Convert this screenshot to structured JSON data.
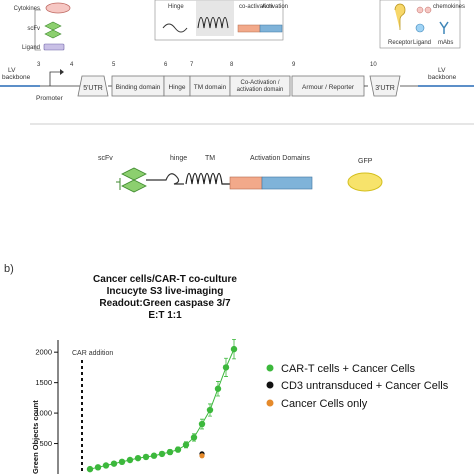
{
  "top_legend": {
    "cytokines": "Cytokines",
    "scfv": "scFv",
    "ligand": "Ligand",
    "hinge": "Hinge",
    "co_activation": "co-activation",
    "activation": "Activation",
    "chemokines": "chemokines",
    "receptor": "Receptor",
    "ligand2": "Ligand",
    "mabs": "mAbs"
  },
  "construct": {
    "lv_left": "LV\nbackbone",
    "lv_right": "LV\nbackbone",
    "promoter": "Promoter",
    "segments": [
      {
        "num": "3",
        "label": ""
      },
      {
        "num": "4",
        "label": "5'UTR"
      },
      {
        "num": "5",
        "label": "Binding domain"
      },
      {
        "num": "6",
        "label": "Hinge"
      },
      {
        "num": "7",
        "label": "TM domain"
      },
      {
        "num": "8",
        "label": "Co-Activation /\nactivation domain"
      },
      {
        "num": "9",
        "label": "Armour / Reporter"
      },
      {
        "num": "10",
        "label": "3'UTR"
      }
    ]
  },
  "car_diagram": {
    "scfv": "scFv",
    "hinge": "hinge",
    "tm": "TM",
    "activation": "Activation Domains",
    "gfp": "GFP"
  },
  "panel_b": {
    "panel_label": "b)",
    "title_lines": [
      "Cancer cells/CAR-T co-culture",
      "Incucyte S3 live-imaging",
      "Readout:Green caspase 3/7",
      "E:T 1:1"
    ],
    "car_addition": "CAR addition",
    "ylabel": "Green Objects count",
    "yticks": [
      "2000",
      "1500",
      "1000",
      "500"
    ]
  },
  "chart_data": {
    "type": "line",
    "ylabel": "Green Objects count",
    "ylim": [
      0,
      2200
    ],
    "yticks": [
      500,
      1000,
      1500,
      2000
    ],
    "legend_position": "right",
    "series": [
      {
        "name": "CAR-T cells + Cancer Cells",
        "color": "#3cb83c",
        "x": [
          1,
          2,
          3,
          4,
          5,
          6,
          7,
          8,
          9,
          10,
          11,
          12,
          13,
          14,
          15,
          16,
          17,
          18,
          19
        ],
        "y": [
          80,
          110,
          140,
          170,
          200,
          230,
          260,
          280,
          300,
          330,
          360,
          400,
          480,
          600,
          820,
          1050,
          1400,
          1750,
          2050
        ],
        "err": [
          20,
          20,
          25,
          25,
          25,
          30,
          30,
          30,
          35,
          35,
          40,
          40,
          50,
          60,
          80,
          100,
          120,
          150,
          160
        ]
      },
      {
        "name": "CD3 untransduced + Cancer Cells",
        "color": "#111111",
        "x": [
          15
        ],
        "y": [
          330
        ],
        "err": [
          0
        ]
      },
      {
        "name": "Cancer Cells only",
        "color": "#e58a2b",
        "x": [
          15
        ],
        "y": [
          300
        ],
        "err": [
          0
        ]
      }
    ]
  }
}
